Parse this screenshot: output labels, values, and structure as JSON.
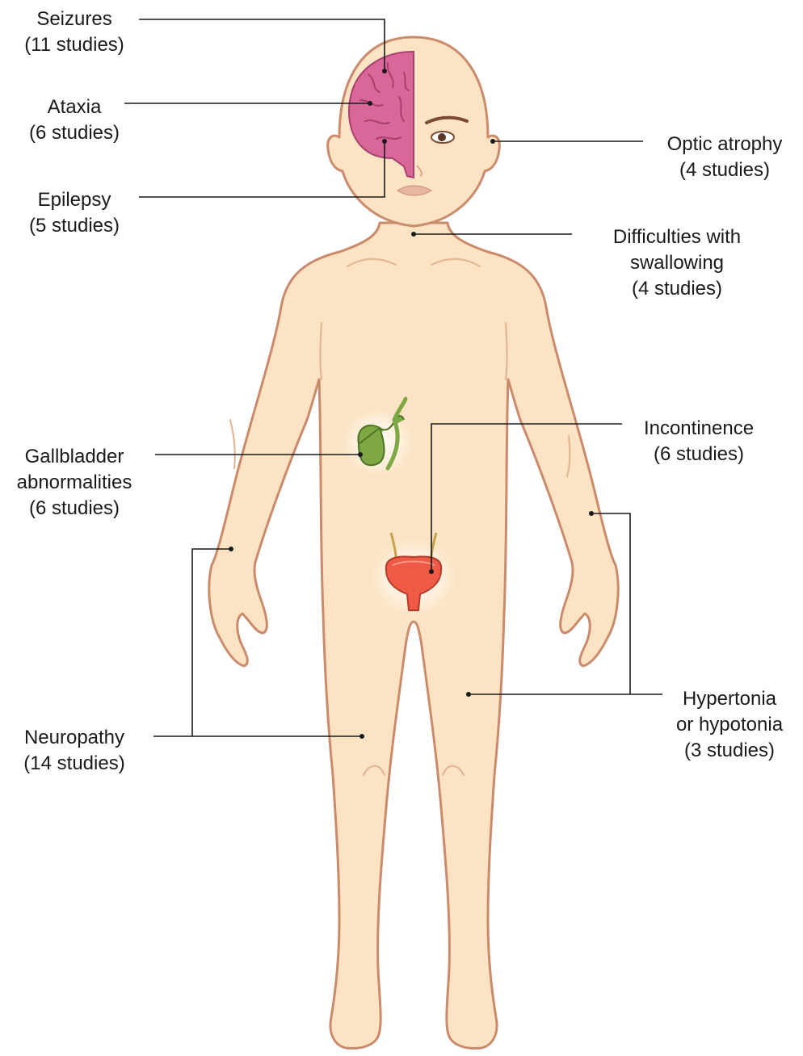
{
  "labels": {
    "seizures": {
      "name": "Seizures",
      "count": "(11 studies)"
    },
    "ataxia": {
      "name": "Ataxia",
      "count": "(6 studies)"
    },
    "epilepsy": {
      "name": "Epilepsy",
      "count": "(5 studies)"
    },
    "gallbladder": {
      "line1": "Gallbladder",
      "line2": "abnormalities",
      "count": "(6 studies)"
    },
    "neuropathy": {
      "name": "Neuropathy",
      "count": "(14 studies)"
    },
    "optic_atrophy": {
      "name": "Optic atrophy",
      "count": "(4 studies)"
    },
    "swallowing": {
      "line1": "Difficulties with",
      "line2": "swallowing",
      "count": "(4 studies)"
    },
    "incontinence": {
      "name": "Incontinence",
      "count": "(6 studies)"
    },
    "hypertonia": {
      "line1": "Hypertonia",
      "line2": "or hypotonia",
      "count": "(3 studies)"
    }
  },
  "colors": {
    "skin": "#FBE3C4",
    "skin_outline": "#C98B6B",
    "brain": "#D9679A",
    "gallbladder": "#7DA843",
    "bladder": "#EE5A45",
    "leader_line": "#1a1a1a"
  }
}
